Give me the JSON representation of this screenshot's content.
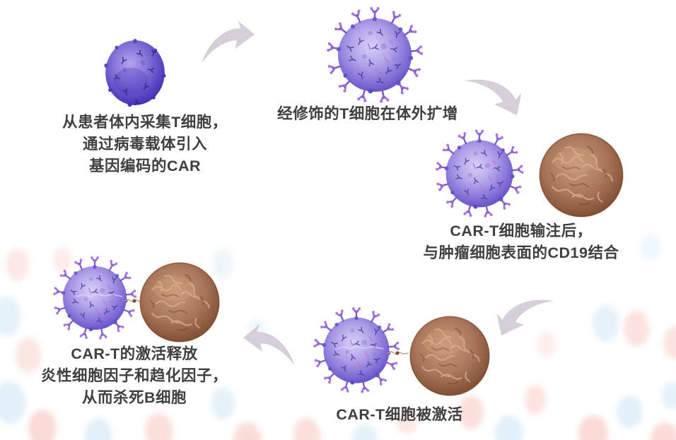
{
  "diagram": {
    "background_color": "#ffffff",
    "text_color": "#3f3f3f",
    "arrow_color": "#d6cfda",
    "steps": [
      {
        "name": "collect-t-cells",
        "lines": [
          "从患者体内采集T细胞，",
          "通过病毒载体引入",
          "基因编码的CAR"
        ]
      },
      {
        "name": "expand-modified-t-cells",
        "lines": [
          "经修饰的T细胞在体外扩增"
        ]
      },
      {
        "name": "infuse-and-bind-cd19",
        "lines": [
          "CAR-T细胞输注后，",
          "与肿瘤细胞表面的CD19结合"
        ]
      },
      {
        "name": "car-t-activated",
        "lines": [
          "CAR-T细胞被激活"
        ]
      },
      {
        "name": "release-cytokines-kill-b-cells",
        "lines": [
          "CAR-T的激活释放",
          "炎性细胞因子和趋化因子，",
          "从而杀死B细胞"
        ]
      }
    ],
    "icons": {
      "t_cell": {
        "label": "t-cell",
        "body_color": "#5440c0"
      },
      "car_t_cell": {
        "label": "car-t-cell",
        "body_color": "#8a76d8",
        "receptor_color": "#9468d4"
      },
      "tumor_cell": {
        "label": "tumor-cell",
        "body_color": "#a9765a"
      },
      "curved_arrow": {
        "label": "curved-arrow",
        "color": "#d6cfda"
      }
    }
  }
}
